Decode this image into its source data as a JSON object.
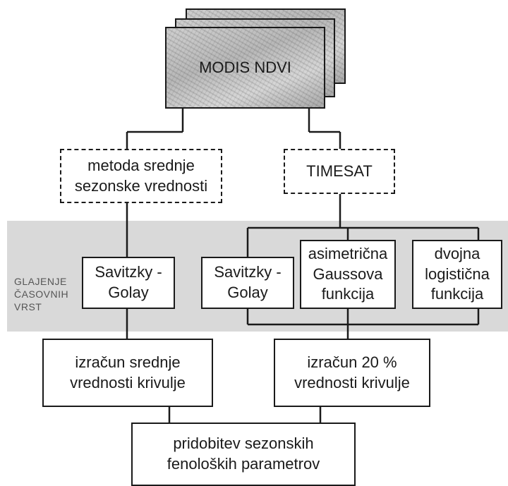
{
  "source": {
    "label": "MODIS NDVI"
  },
  "methods": {
    "mean_season": "metoda srednje\nsezonske vrednosti",
    "timesat": "TIMESAT"
  },
  "band_label": "GLAJENJE\nČASOVNIH\nVRST",
  "smoothing": {
    "left_sg": "Savitzky -\nGolay",
    "right_sg": "Savitzky -\nGolay",
    "gauss": "asimetrična\nGaussova\nfunkcija",
    "logistic": "dvojna\nlogistična\nfunkcija"
  },
  "computation": {
    "mean_curve": "izračun srednje\nvrednosti krivulje",
    "pct20_curve": "izračun 20 %\nvrednosti krivulje"
  },
  "result": {
    "label": "pridobitev sezonskih\nfenoloških parametrov"
  }
}
